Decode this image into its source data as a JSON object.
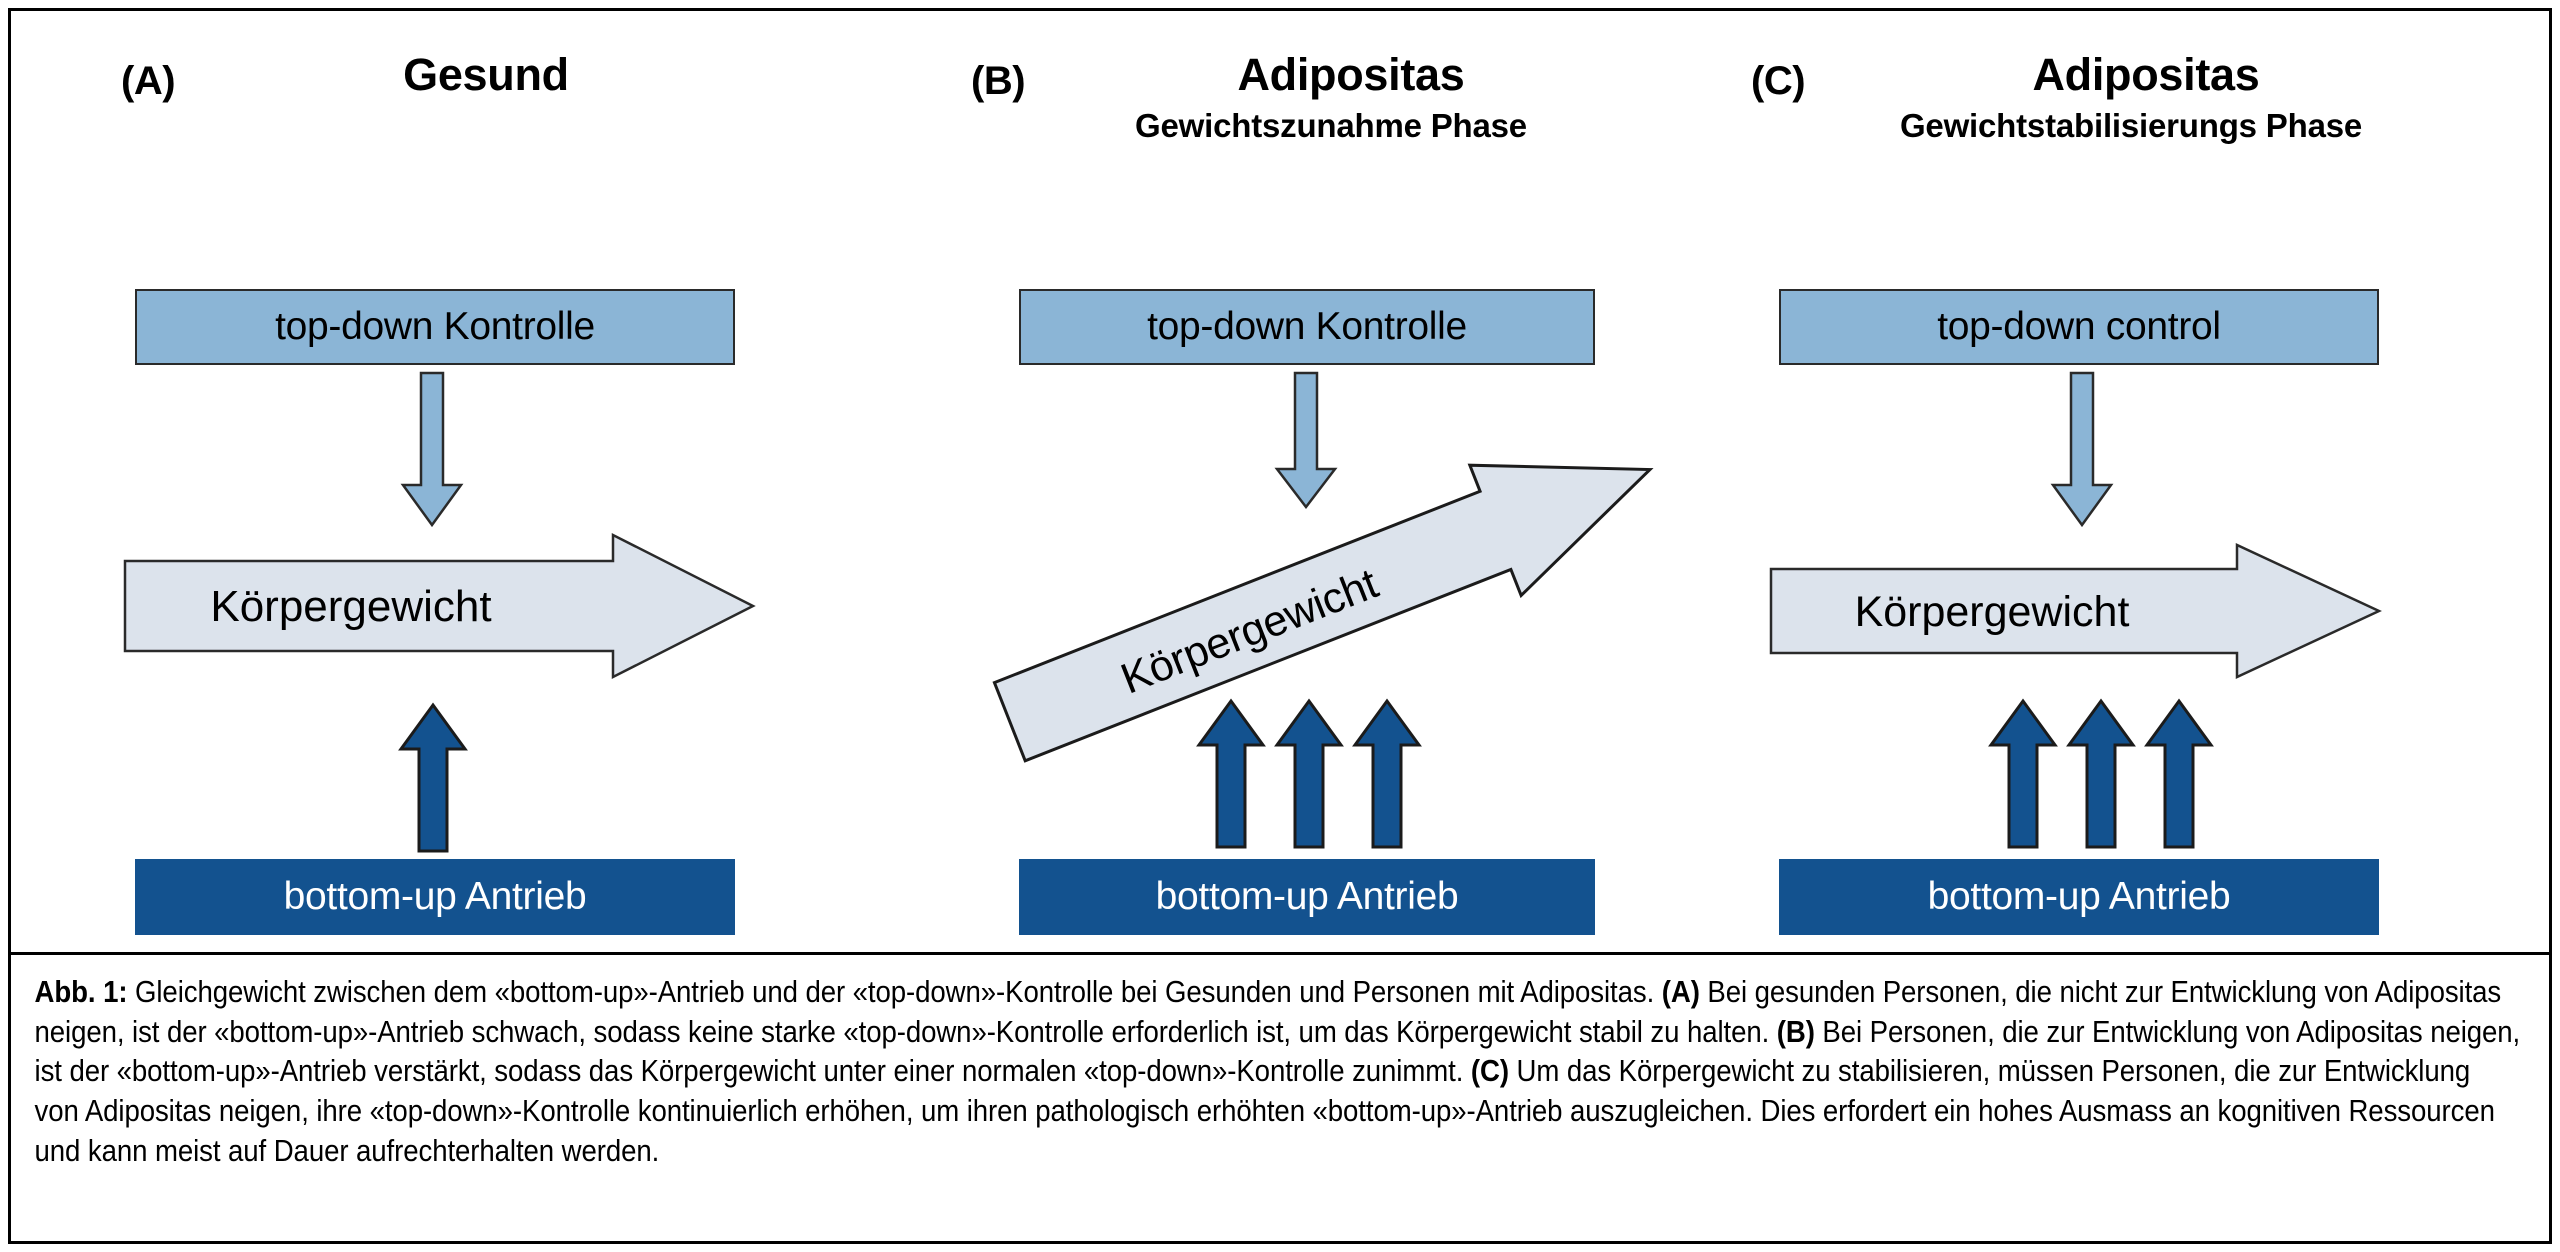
{
  "figure": {
    "panels": [
      {
        "letter": "(A)",
        "title": "Gesund",
        "subtitle": "",
        "topdown_label": "top-down Kontrolle",
        "bodyweight_label": "Körpergewicht",
        "bottomup_label": "bottom-up Antrieb",
        "up_arrow_count": 1,
        "bodyweight_orientation": "horizontal"
      },
      {
        "letter": "(B)",
        "title": "Adipositas",
        "subtitle": "Gewichtszunahme Phase",
        "topdown_label": "top-down Kontrolle",
        "bodyweight_label": "Körpergewicht",
        "bottomup_label": "bottom-up Antrieb",
        "up_arrow_count": 3,
        "bodyweight_orientation": "diagonal-up"
      },
      {
        "letter": "(C)",
        "title": "Adipositas",
        "subtitle": "Gewichtstabilisierungs Phase",
        "topdown_label": "top-down control",
        "bodyweight_label": "Körpergewicht",
        "bottomup_label": "bottom-up Antrieb",
        "up_arrow_count": 3,
        "bodyweight_orientation": "horizontal"
      }
    ],
    "colors": {
      "topdown_box_fill": "#8BB5D6",
      "bottomup_box_fill": "#13528F",
      "bodyweight_arrow_fill": "#DCE3EC",
      "down_arrow_fill": "#8BB5D6",
      "up_arrow_fill": "#13528F",
      "outline": "#2a2a2a",
      "frame": "#000000"
    },
    "caption": {
      "label": "Abb. 1:",
      "text_1": " Gleichgewicht zwischen dem «bottom-up»-Antrieb und der «top-down»-Kontrolle bei Gesunden und Personen mit Adipositas. ",
      "marker_a": "(A)",
      "text_2": " Bei gesunden Personen, die nicht zur Entwicklung von Adipositas neigen, ist der «bottom-up»-Antrieb schwach, sodass keine starke «top-down»-Kontrolle erforderlich ist, um das Körpergewicht stabil zu halten. ",
      "marker_b": "(B)",
      "text_3": " Bei Personen, die zur Entwicklung von Adipositas neigen, ist der «bottom-up»-Antrieb verstärkt, sodass das Körpergewicht unter einer normalen «top-down»-Kontrolle zunimmt. ",
      "marker_c": "(C)",
      "text_4": " Um das Körpergewicht zu stabilisieren, müssen Personen, die zur Entwicklung von Adipositas neigen, ihre «top-down»-Kontrolle kontinuierlich erhöhen, um ihren pathologisch erhöhten «bottom-up»-Antrieb auszugleichen. Dies erfordert ein hohes Ausmass an kognitiven Ressourcen und kann meist auf Dauer aufrechterhalten werden."
    }
  }
}
